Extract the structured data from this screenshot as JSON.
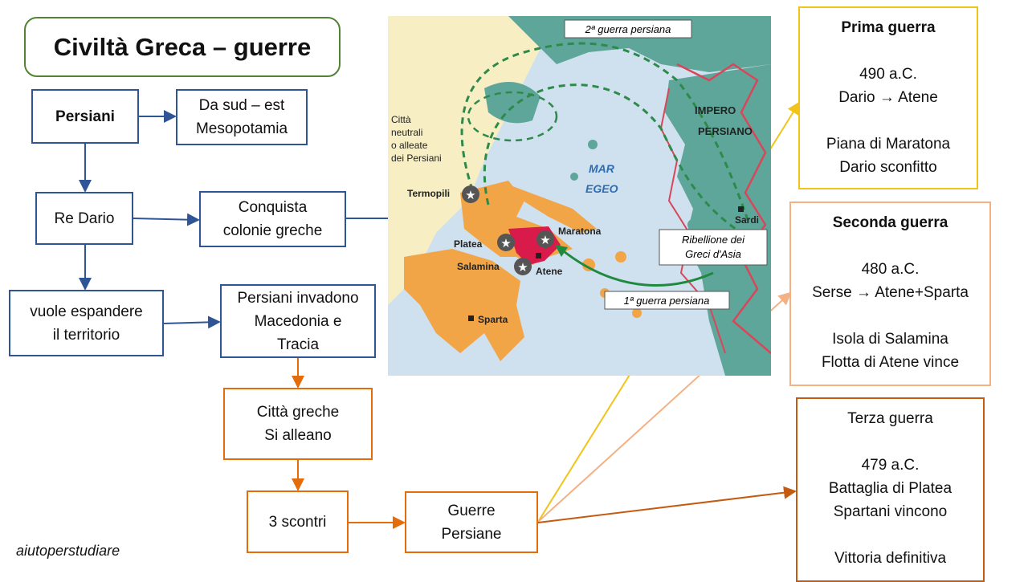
{
  "title": "Civiltà Greca – guerre",
  "watermark": "aiutoperstudiare",
  "flow": {
    "persiani": "Persiani",
    "da_sud_est": [
      "Da sud – est",
      "Mesopotamia"
    ],
    "re_dario": "Re Dario",
    "conquista": [
      "Conquista",
      "colonie greche"
    ],
    "vuole": [
      "vuole espandere",
      "il territorio"
    ],
    "invadono": [
      "Persiani invadono",
      "Macedonia e",
      "Tracia"
    ],
    "citta": [
      "Città greche",
      "Si alleano"
    ],
    "scontri": "3 scontri",
    "guerre": [
      "Guerre",
      "Persiane"
    ]
  },
  "wars": {
    "prima": {
      "title": "Prima guerra",
      "lines": [
        "490 a.C.",
        "Dario → Atene",
        "",
        "Piana di Maratona",
        "Dario sconfitto"
      ]
    },
    "seconda": {
      "title": "Seconda guerra",
      "lines": [
        "480 a.C.",
        "Serse → Atene+Sparta",
        "",
        "Isola di Salamina",
        "Flotta di Atene vince"
      ]
    },
    "terza": {
      "title": "Terza guerra",
      "lines": [
        "479 a.C.",
        "Battaglia di Platea",
        "Spartani vincono",
        "",
        "Vittoria definitiva"
      ]
    }
  },
  "map": {
    "label_seconda": "2ª guerra persiana",
    "label_prima": "1ª guerra persiana",
    "label_neutrali": [
      "Città",
      "neutrali",
      "o alleate",
      "dei Persiani"
    ],
    "label_mar": [
      "MAR",
      "EGEO"
    ],
    "label_impero": [
      "IMPERO",
      "PERSIANO"
    ],
    "label_ribellione": [
      "Ribellione dei",
      "Greci d'Asia"
    ],
    "cities": {
      "termopili": "Termopili",
      "platea": "Platea",
      "maratona": "Maratona",
      "salamina": "Salamina",
      "atene": "Atene",
      "sparta": "Sparta",
      "sardi": "Sardi"
    }
  },
  "colors": {
    "blue": "#2f5597",
    "orange": "#e46c0a",
    "green": "#548235",
    "yellow": "#f0c419",
    "peach": "#f4b183",
    "brown": "#c55a11"
  }
}
